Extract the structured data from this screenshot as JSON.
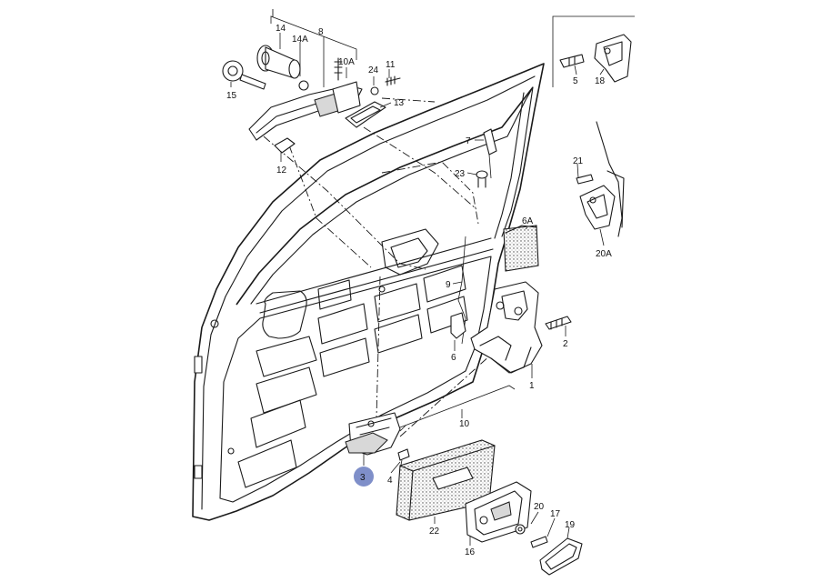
{
  "diagram": {
    "highlight_color": "#7f8fc9",
    "highlighted_callout": "3",
    "callouts": [
      "1",
      "2",
      "3",
      "4",
      "5",
      "6",
      "6A",
      "7",
      "8",
      "9",
      "10",
      "10A",
      "11",
      "12",
      "13",
      "14",
      "14A",
      "15",
      "16",
      "17",
      "18",
      "19",
      "20",
      "20A",
      "21",
      "22",
      "23",
      "24"
    ]
  }
}
